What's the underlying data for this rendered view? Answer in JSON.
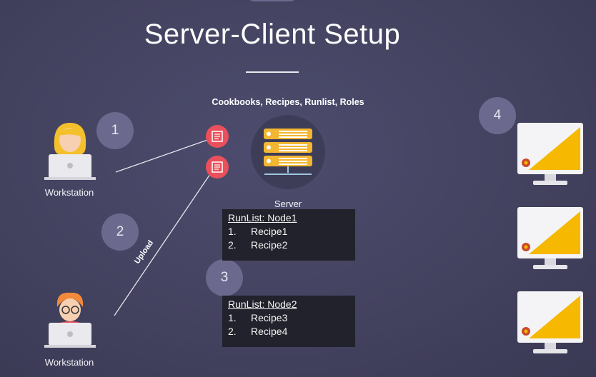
{
  "title": "Server-Client Setup",
  "topic": "Cookbooks, Recipes, Runlist, Roles",
  "steps": [
    "1",
    "2",
    "3",
    "4"
  ],
  "workstation_top": {
    "label": "Workstation"
  },
  "workstation_bottom": {
    "label": "Workstation"
  },
  "upload_label": "Upload",
  "server": {
    "label": "Server"
  },
  "runlists": [
    {
      "title": "RunList: Node1",
      "items": [
        {
          "num": "1.",
          "name": "Recipe1"
        },
        {
          "num": "2.",
          "name": "Recipe2"
        }
      ]
    },
    {
      "title": "RunList: Node2",
      "items": [
        {
          "num": "1.",
          "name": "Recipe3"
        },
        {
          "num": "2.",
          "name": "Recipe4"
        }
      ]
    }
  ],
  "colors": {
    "background": "#43425f",
    "badge": "#6b6a8e",
    "accent_red": "#e9505c",
    "server_gold": "#f2b630",
    "screen_yellow": "#f6b800",
    "runlist_bg": "#22222c"
  }
}
